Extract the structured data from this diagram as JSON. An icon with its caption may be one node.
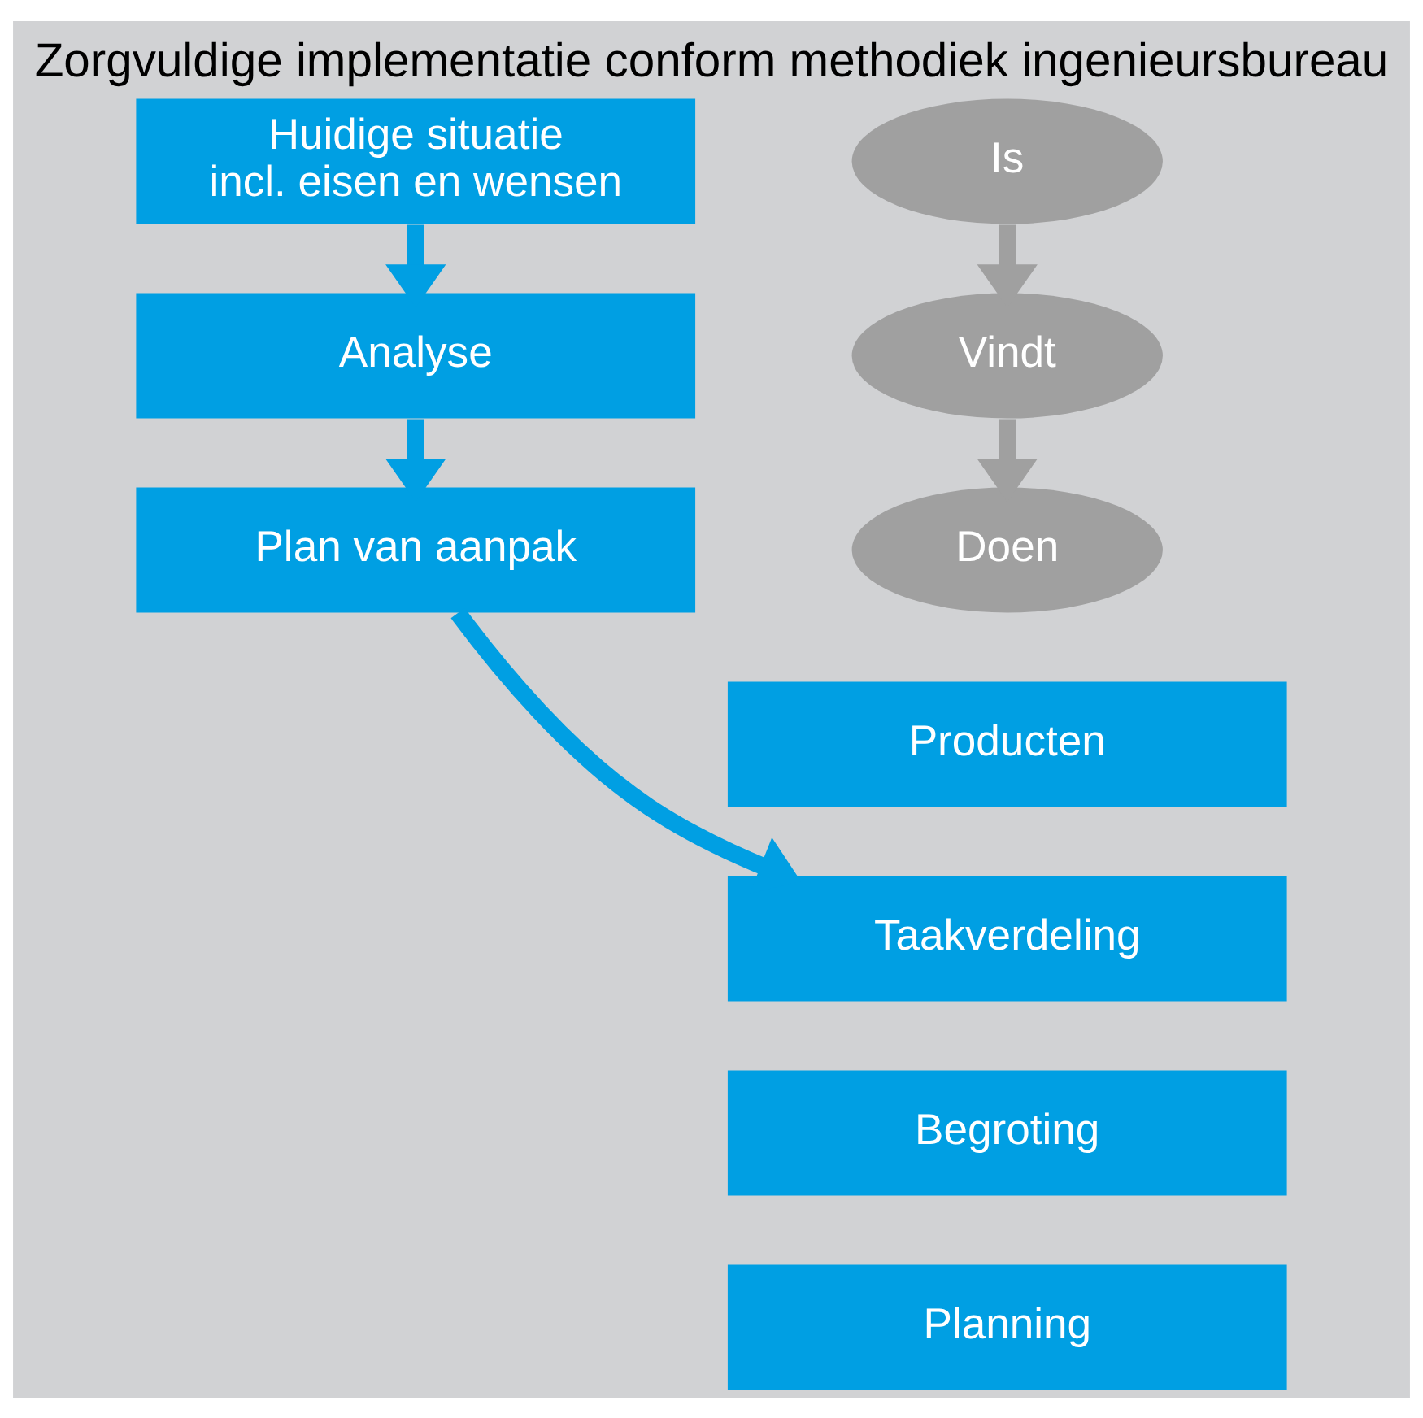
{
  "diagram": {
    "title": "Zorgvuldige implementatie conform methodiek ingenieursbureau",
    "nodes": [
      {
        "text": [
          "Huidige situatie",
          "incl. eisen en wensen"
        ]
      },
      {
        "text": [
          "Is"
        ]
      },
      {
        "text": [
          "Analyse"
        ]
      },
      {
        "text": [
          "Vindt"
        ]
      },
      {
        "text": [
          "Plan van aanpak"
        ]
      },
      {
        "text": [
          "Doen"
        ]
      },
      {
        "text": [
          "Producten"
        ]
      },
      {
        "text": [
          "Taakverdeling"
        ]
      },
      {
        "text": [
          "Begroting"
        ]
      },
      {
        "text": [
          "Planning"
        ]
      }
    ],
    "edges": [
      {
        "from": 0,
        "to": 2,
        "arrow": "to"
      },
      {
        "from": 2,
        "to": 4,
        "arrow": "to"
      },
      {
        "from": 1,
        "to": 3,
        "arrow": "to",
        "color": "#a0a0a0"
      },
      {
        "from": 3,
        "to": 5,
        "arrow": "to",
        "color": "#a0a0a0"
      },
      {
        "from": 4,
        "to": 7,
        "arrow": "to"
      }
    ]
  }
}
